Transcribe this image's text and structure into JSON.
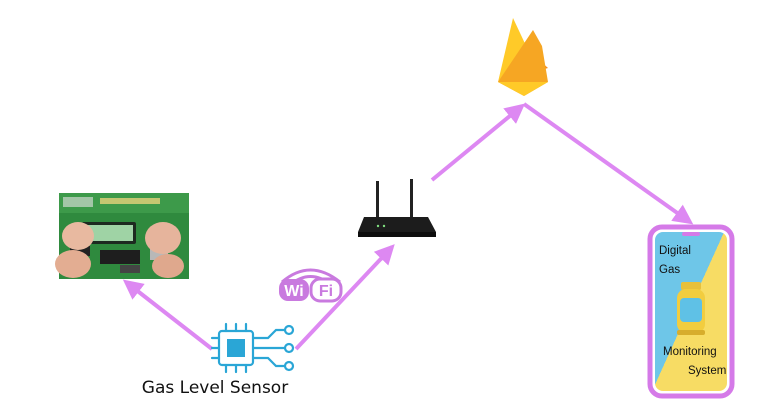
{
  "diagram": {
    "sensor_label": "Gas Level Sensor",
    "wifi_badge": "WiFi",
    "phone": {
      "line1": "Digital",
      "line2": "Gas",
      "line3": "Monitoring",
      "line4": "System"
    }
  },
  "colors": {
    "arrow": "#dd88f2",
    "chip": "#2aa6d6",
    "phone_frame": "#d57ae8",
    "phone_top": "#6ec6e8",
    "phone_bottom": "#f7dc64",
    "firebase_orange": "#f6a623",
    "firebase_yellow": "#ffca28",
    "firebase_dark": "#f57c00"
  }
}
